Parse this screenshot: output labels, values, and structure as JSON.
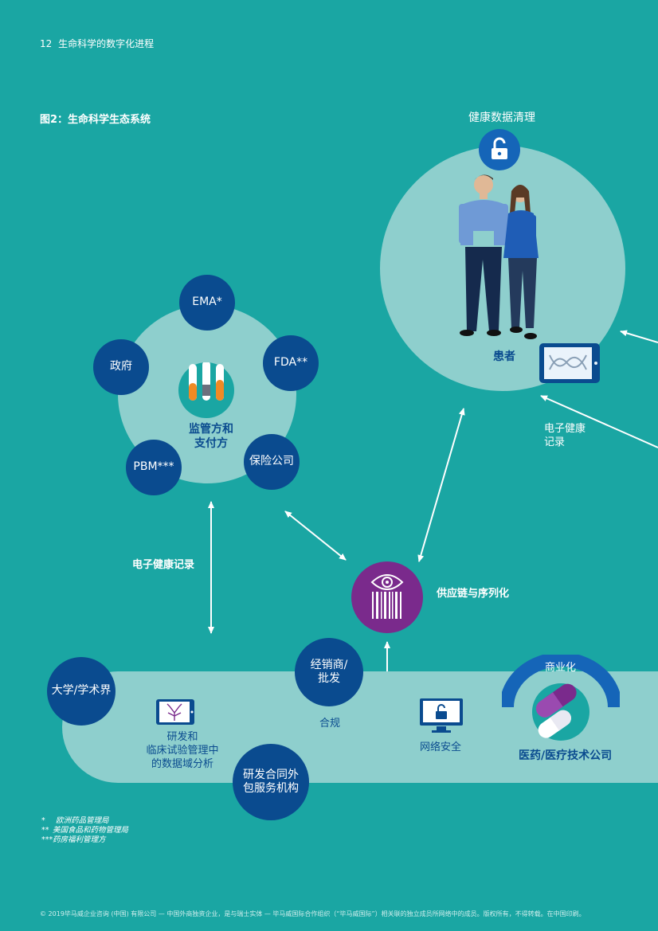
{
  "header": {
    "page_num": "12",
    "title": "生命科学的数字化进程"
  },
  "figure_title": "图2：生命科学生态系统",
  "patient": {
    "top_label": "健康数据清理",
    "label": "患者"
  },
  "regulators": {
    "center_label_1": "监管方和",
    "center_label_2": "支付方",
    "nodes": [
      "EMA*",
      "FDA**",
      "保险公司",
      "PBM***",
      "政府"
    ]
  },
  "flows": {
    "ehr_left": "电子健康记录",
    "ehr_right_1": "电子健康",
    "ehr_right_2": "记录",
    "supply_chain": "供应链与序列化"
  },
  "bottom": {
    "university": "大学/学术界",
    "distributor_1": "经销商/",
    "distributor_2": "批发",
    "compliance": "合规",
    "rd_1": "研发和",
    "rd_2": "临床试验管理中",
    "rd_3": "的数据域分析",
    "cro_1": "研发合同外",
    "cro_2": "包服务机构",
    "cybersecurity": "网络安全",
    "commercial": "商业化",
    "pharma": "医药/医疗技术公司"
  },
  "footnotes": [
    {
      "mark": "*",
      "text": "欧洲药品管理局"
    },
    {
      "mark": "**",
      "text": "美国食品和药物管理局"
    },
    {
      "mark": "***",
      "text": "药房福利管理方"
    }
  ],
  "copyright": "© 2019毕马威企业咨询 (中国) 有限公司 — 中国外商独资企业，是与瑞士实体 — 毕马威国际合作组织（“毕马威国际”）相关联的独立成员所网络中的成员。版权所有，不得转载。在中国印刷。",
  "colors": {
    "background": "#1aa6a3",
    "light_teal": "#8ecfcd",
    "navy": "#0a4b8f",
    "purple": "#7a2a8c"
  },
  "icons": [
    "unlock-icon",
    "test-tubes-icon",
    "tablet-dna-icon",
    "barcode-eye-icon",
    "tablet-tree-icon",
    "monitor-lock-icon",
    "pills-icon",
    "people-illustration"
  ]
}
